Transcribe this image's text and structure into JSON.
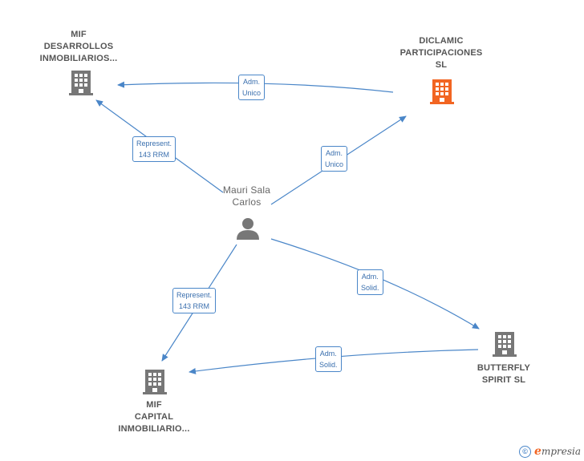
{
  "colors": {
    "edge": "#4a86c8",
    "building": "#777777",
    "highlight": "#f26522",
    "person": "#777777"
  },
  "nodes": {
    "mif_desarrollos": {
      "lines": [
        "MIF",
        "DESARROLLOS",
        "INMOBILIARIOS..."
      ],
      "icon": "building-icon"
    },
    "diclamic": {
      "lines": [
        "DICLAMIC",
        "PARTICIPACIONES",
        "SL"
      ],
      "icon": "building-icon",
      "highlight": true
    },
    "mauri": {
      "lines": [
        "Mauri Sala",
        "Carlos"
      ],
      "icon": "person-icon"
    },
    "butterfly": {
      "lines": [
        "BUTTERFLY",
        "SPIRIT SL"
      ],
      "icon": "building-icon"
    },
    "mif_capital": {
      "lines": [
        "MIF",
        "CAPITAL",
        "INMOBILIARIO..."
      ],
      "icon": "building-icon"
    }
  },
  "edges": [
    {
      "id": "diclamic-to-mif-desarrollos",
      "label": [
        "Adm.",
        "Unico"
      ]
    },
    {
      "id": "mauri-to-mif-desarrollos",
      "label": [
        "Represent.",
        "143 RRM"
      ]
    },
    {
      "id": "mauri-to-diclamic",
      "label": [
        "Adm.",
        "Unico"
      ]
    },
    {
      "id": "mauri-to-mif-capital",
      "label": [
        "Represent.",
        "143 RRM"
      ]
    },
    {
      "id": "mauri-to-butterfly",
      "label": [
        "Adm.",
        "Solid."
      ]
    },
    {
      "id": "butterfly-to-mif-capital",
      "label": [
        "Adm.",
        "Solid."
      ]
    }
  ],
  "footer": {
    "copyright_symbol": "©",
    "brand_first": "e",
    "brand_rest": "mpresia"
  }
}
